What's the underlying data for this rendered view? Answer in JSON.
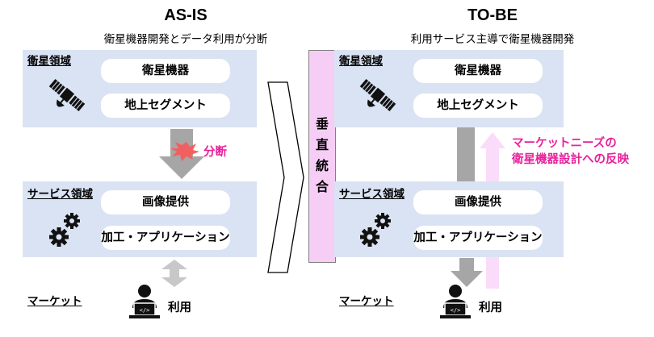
{
  "left": {
    "title": "AS-IS",
    "subtitle": "衛星機器開発とデータ利用が分断",
    "satellite_domain": {
      "label": "衛星領域",
      "items": [
        "衛星機器",
        "地上セグメント"
      ]
    },
    "split_label": "分断",
    "service_domain": {
      "label": "サービス領域",
      "items": [
        "画像提供",
        "加工・アプリケーション"
      ]
    },
    "market_label": "マーケット",
    "use_label": "利用"
  },
  "right": {
    "title": "TO-BE",
    "subtitle": "利用サービス主導で衛星機器開発",
    "satellite_domain": {
      "label": "衛星領域",
      "items": [
        "衛星機器",
        "地上セグメント"
      ]
    },
    "feedback_label_line1": "マーケットニーズの",
    "feedback_label_line2": "衛星機器設計への反映",
    "service_domain": {
      "label": "サービス領域",
      "items": [
        "画像提供",
        "加工・アプリケーション"
      ]
    },
    "market_label": "マーケット",
    "use_label": "利用"
  },
  "vertical_integration": {
    "chars": [
      "垂",
      "直",
      "統",
      "合"
    ]
  },
  "colors": {
    "panel": "#dae3f3",
    "arrow_gray": "#a6a6a6",
    "integration_bar": "#f5cdf5",
    "feedback_arrow": "#fadcfa",
    "accent_magenta": "#e8219b",
    "split_burst": "#f45c5c"
  },
  "icons": {
    "satellite": "satellite-icon",
    "gears": "gears-icon",
    "user_laptop": "user-laptop-icon"
  }
}
